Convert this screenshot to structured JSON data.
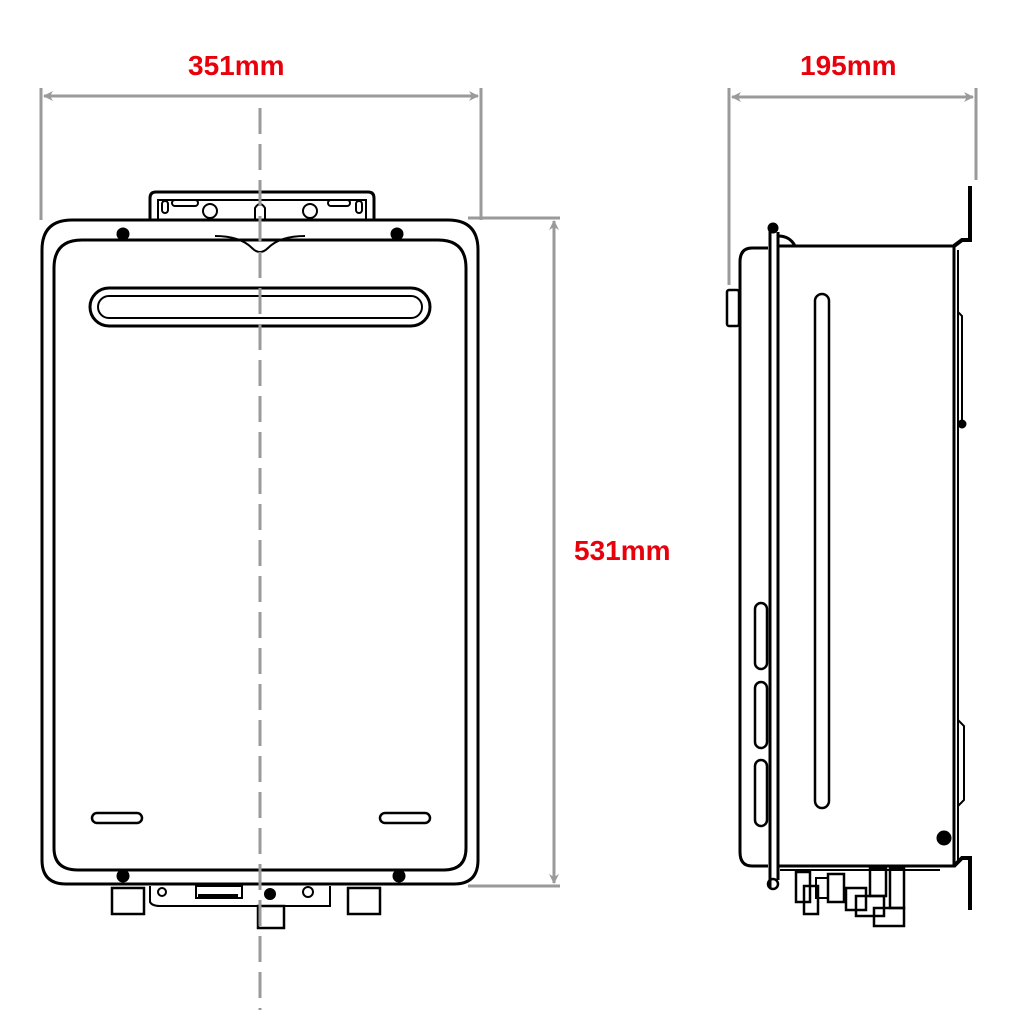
{
  "diagram": {
    "subject": "tankless water heater dimensions",
    "views": [
      {
        "name": "front-view"
      },
      {
        "name": "side-view"
      }
    ],
    "dimensions": {
      "width": "351mm",
      "depth": "195mm",
      "height": "531mm"
    },
    "colors": {
      "label": "#e8000b",
      "dimension_line": "#9a9a9a",
      "outline": "#000000",
      "background": "#ffffff"
    }
  }
}
